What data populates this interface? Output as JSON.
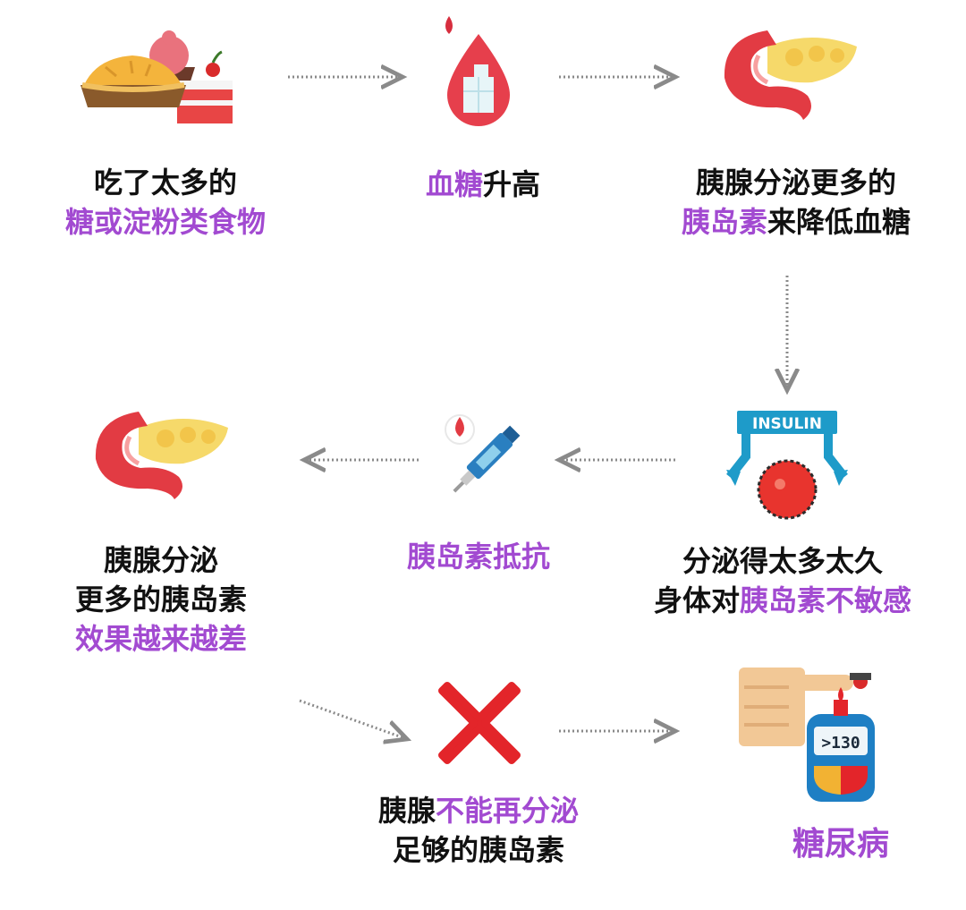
{
  "colors": {
    "text": "#111111",
    "highlight": "#a24ad1",
    "arrow": "#8a8a8a"
  },
  "steps": [
    {
      "id": "food",
      "icon": "food-icon",
      "line1": "吃了太多的",
      "line2_hl": "糖或淀粉类食物"
    },
    {
      "id": "blood-sugar",
      "icon": "blood-drop-icon",
      "hl": "血糖",
      "rest": "升高"
    },
    {
      "id": "pancreas-secrete",
      "icon": "pancreas-icon",
      "line1": "胰腺分泌更多的",
      "line2_hl": "胰岛素",
      "line2_rest": "来降低血糖"
    },
    {
      "id": "insensitive",
      "icon": "insulin-cell-icon",
      "line1": "分泌得太多太久",
      "line2_pre": "身体对",
      "line2_hl": "胰岛素不敏感"
    },
    {
      "id": "resistance",
      "icon": "insulin-pen-icon",
      "hl": "胰岛素抵抗"
    },
    {
      "id": "pancreas-worse",
      "icon": "pancreas-icon",
      "line1": "胰腺分泌",
      "line2": "更多的胰岛素",
      "line3_hl": "效果越来越差"
    },
    {
      "id": "failure",
      "icon": "red-cross-icon",
      "line1_pre": "胰腺",
      "line1_hl": "不能再分泌",
      "line2": "足够的胰岛素"
    },
    {
      "id": "diabetes",
      "icon": "glucose-meter-icon",
      "hl": "糖尿病"
    }
  ],
  "icons": {
    "insulin_sign": "INSULIN",
    "meter_reading": ">130"
  }
}
